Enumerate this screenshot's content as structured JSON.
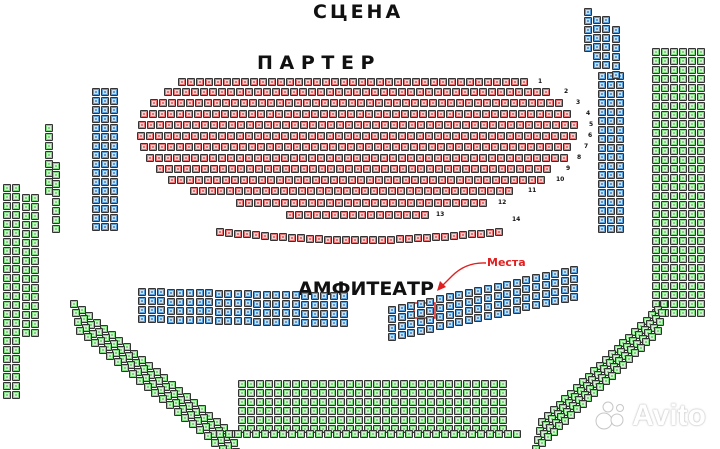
{
  "labels": {
    "stage": "СЦЕНА",
    "parterre": "П А Р Т Е Р",
    "amphitheater": "АМФИТЕАТР",
    "seats_annotation": "Места"
  },
  "parterre_rows": [
    "1",
    "2",
    "3",
    "4",
    "5",
    "6",
    "7",
    "8",
    "9",
    "10",
    "11",
    "12",
    "13",
    "14"
  ],
  "watermark": {
    "text": "Avito"
  },
  "colors": {
    "parterre": "#e57373",
    "side_blue": "#5b9bd5",
    "balcony_green": "#7fd77f",
    "annotation": "#e02020",
    "outline": "#333333"
  },
  "icons": [
    "avito-logo-icon",
    "arrow-icon"
  ]
}
